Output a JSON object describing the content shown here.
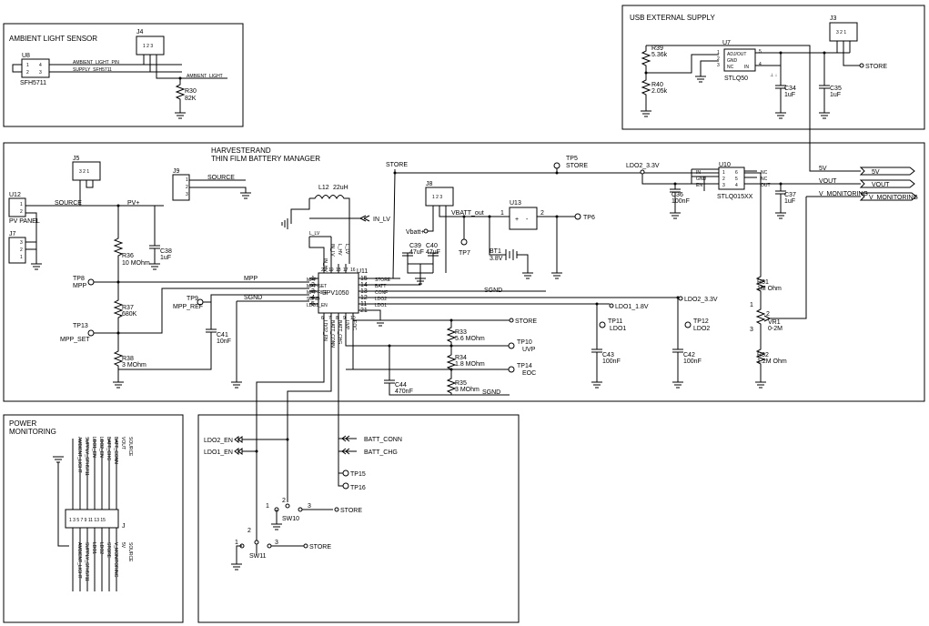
{
  "sections": {
    "ambient": "AMBIENT LIGHT SENSOR",
    "usb": "USB EXTERNAL SUPPLY",
    "harvester_1": "HARVESTERAND",
    "harvester_2": "THIN  FILM  BATTERY MANAGER",
    "power_1": "POWER",
    "power_2": "MONITORING"
  },
  "ambient": {
    "u8": "U8",
    "u8_part": "SFH5711",
    "u8_p1": "1",
    "u8_p2": "2",
    "u8_p3": "3",
    "u8_p4": "4",
    "net_sfh": "AMBIENT_LIGHT_PIN",
    "net_supply": "SUPPLY_SFH5711",
    "j4": "J4",
    "j4_pins": "1 2 3",
    "net_ambient": "AMBIENT_LIGHT",
    "r30": "R30",
    "r30_val": "82K"
  },
  "usb": {
    "r39": "R39",
    "r39_val": "5.36k",
    "r40": "R40",
    "r40_val": "2.05k",
    "u7": "U7",
    "u7_part": "STLQ50",
    "u7_adj": "ADJ/OUT",
    "u7_gnd": "GND",
    "u7_nc": "NC",
    "u7_in": "IN",
    "u7_p1": "1",
    "u7_p2": "2",
    "u7_p3": "3",
    "u7_p4": "4",
    "u7_p5": "5",
    "c34": "C34",
    "c34_val": "1uF",
    "c35": "C35",
    "c35_val": "1uF",
    "j3": "J3",
    "j3_pins": "3 2 1",
    "store": "STORE"
  },
  "harvester": {
    "j5": "J5",
    "j5_pins": "3 2 1",
    "u12": "U12",
    "u12_p1": "1",
    "u12_p2": "2",
    "pv_panel": "PV PANEL",
    "source": "SOURCE",
    "j7": "J7",
    "j7_p1": "1",
    "j7_p2": "2",
    "j7_p3": "3",
    "j9": "J9",
    "j9_p1": "1",
    "j9_p2": "2",
    "j9_p3": "3",
    "j9_source": "SOURCE",
    "pvplus": "PV+",
    "r36": "R36",
    "r36_val": "10 MOhm",
    "c38": "C38",
    "c38_val": "1uF",
    "r37": "R37",
    "r37_val": "680K",
    "r38": "R38",
    "r38_val": "3 MOhm",
    "tp8": "TP8",
    "mpp": "MPP",
    "tp9": "TP9",
    "mpp_ref": "MPP_REF",
    "tp13": "TP13",
    "mpp_set": "MPP_SET",
    "c41": "C41",
    "c41_val": "10nF",
    "net_mpp": "MPP",
    "net_sgnd": "SGND",
    "l12": "L12",
    "l12_val": "22uH",
    "in_lv": "IN_LV",
    "lx_lv": "L_LV",
    "store_top": "STORE",
    "tp5": "TP5",
    "tp5_lbl": "STORE",
    "j8": "J8",
    "j8_pins": "1 2 3",
    "vbatt_plus": "Vbatt+",
    "vbatt_out": "VBATT_out",
    "c39": "C39",
    "c39_val": "47uF",
    "c40": "C40",
    "c40_val": "47uF",
    "tp7": "TP7",
    "bt1": "BT1",
    "bt1_val": "3.8V",
    "u13": "U13",
    "u13_plus": "+",
    "u13_minus": "-",
    "u13_p1": "1",
    "u13_p2": "2",
    "tp6": "TP6",
    "u11": "U11",
    "u11_part": "SPV1050",
    "u11_left": [
      "MPP",
      "MPP-SET",
      "MPP-REF",
      "SGND",
      "LDO1_EN"
    ],
    "u11_left_n": [
      "1",
      "2",
      "3",
      "4",
      "5"
    ],
    "u11_right": [
      "STORE",
      "BATT",
      "CONF",
      "LDO2",
      "LDO1"
    ],
    "u11_right_n": [
      "15",
      "14",
      "13",
      "12",
      "11",
      "21"
    ],
    "u11_top": [
      "IN_HV",
      "IN_LV",
      "L_HV",
      "L_LV"
    ],
    "u11_top_n": [
      "20",
      "19",
      "18",
      "17",
      "16"
    ],
    "u11_bot": [
      "LDO2_EN",
      "BATT_CONN",
      "BATT_CHG",
      "UVP",
      "EOC"
    ],
    "u11_bot_n": [
      "6",
      "7",
      "8",
      "9",
      "10"
    ],
    "net_sgnd2": "SGND",
    "net_store2": "STORE",
    "ldo1_18": "LDO1_1.8V",
    "ldo2_33": "LDO2_3.3V",
    "r33": "R33",
    "r33_val": "5.6 MOhm",
    "r34": "R34",
    "r34_val": "1.8 MOhm",
    "r35": "R35",
    "r35_val": "3 MOhm",
    "tp10": "TP10",
    "uvp": "UVP",
    "tp14": "TP14",
    "eoc": "EOC",
    "c44": "C44",
    "c44_val": "470nF",
    "net_sgnd3": "SGND",
    "tp11": "TP11",
    "ldo1": "LDO1",
    "c43": "C43",
    "c43_val": "100nF",
    "tp12": "TP12",
    "ldo2": "LDO2",
    "c42": "C42",
    "c42_val": "100nF",
    "ldo2_33b": "LDO2_3.3V",
    "u10": "U10",
    "u10_part": "STLQ015XX",
    "u10_in": "IN",
    "u10_gnd": "GND",
    "u10_en": "EN",
    "u10_nc1": "NC",
    "u10_nc2": "NC",
    "u10_out": "OUT",
    "u10_p1": "1",
    "u10_p2": "2",
    "u10_p3": "3",
    "u10_p4": "4",
    "u10_p5": "5",
    "u10_p6": "6",
    "c36": "C36",
    "c36_val": "100nF",
    "c37": "C37",
    "c37_val": "1uF",
    "net_5v": "5V",
    "port_5v": "5V",
    "net_vout": "VOUT",
    "port_vout": "VOUT",
    "net_vmon": "V_MONITORING",
    "port_vmon": "V_MONITORING",
    "r31": "R31",
    "r31_val": "1M Ohm",
    "vr1": "VR1",
    "vr1_val": "0-2M",
    "vr1_p1": "1",
    "vr1_p2": "2",
    "vr1_p3": "3",
    "r32": "R32",
    "r32_val": "1.2M Ohm"
  },
  "power": {
    "ldo2_en": "LDO2_EN",
    "ldo1_en": "LDO1_EN",
    "batt_conn": "BATT_CONN",
    "batt_chg": "BATT_CHG",
    "tp15": "TP15",
    "tp16": "TP16",
    "sw10": "SW10",
    "sw10_p1": "1",
    "sw10_p2": "2",
    "sw10_p3": "3",
    "sw11": "SW11",
    "sw11_p1": "1",
    "sw11_p2": "2",
    "sw11_p3": "3",
    "store": "STORE",
    "store2": "STORE",
    "conn_id": "J",
    "conn_top_labels": [
      "AMBIENT_LIGHT",
      "SUPPLY_SFH5711",
      "LDO1_EN",
      "LDO2_EN",
      "BATT_CHG",
      "BATT_CONN",
      "VOUT",
      "SOURCE"
    ],
    "conn_bot_labels": [
      "AMBIENT_LIGHT",
      "SUPPLY_SFH5711",
      "LDO1",
      "LDO2",
      "STORE",
      "V_MONITORING",
      "5V",
      "SOURCE"
    ]
  }
}
